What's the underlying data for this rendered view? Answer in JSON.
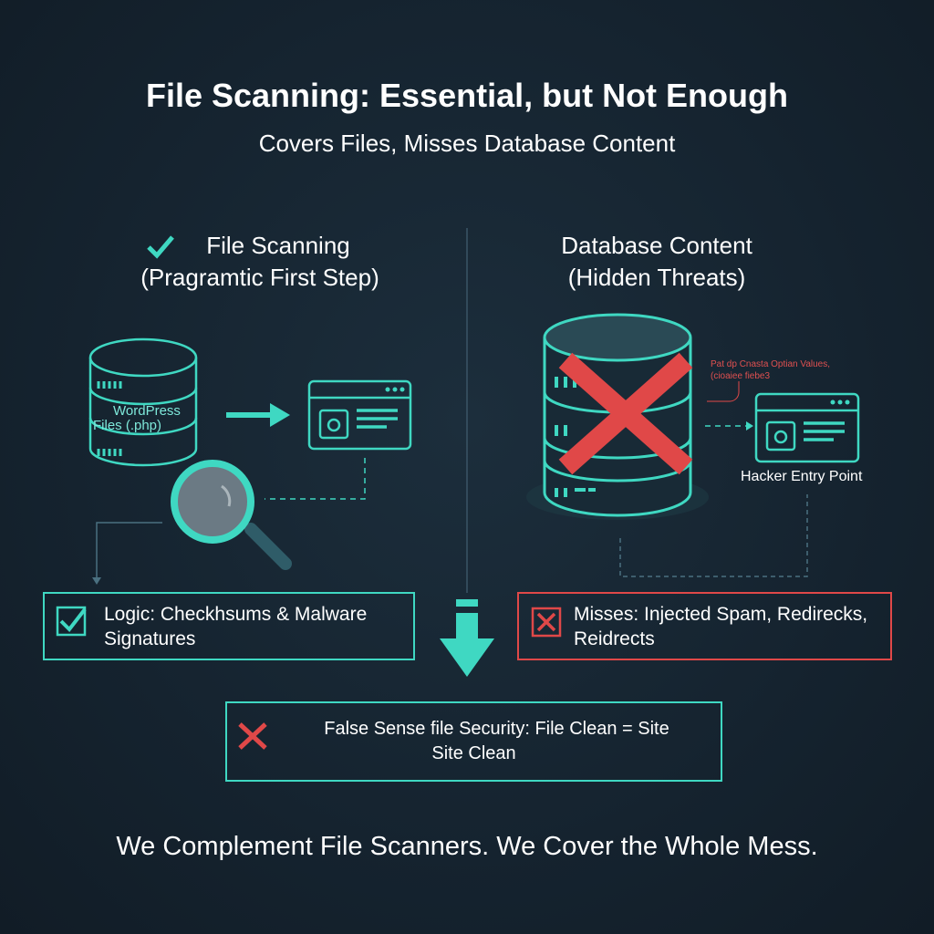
{
  "title": "File Scanning: Essential, but Not Enough",
  "subtitle": "Covers Files, Misses Database Content",
  "left": {
    "heading_line1": "File Scanning",
    "heading_line2": "(Pragramtic First Step)",
    "db_label_line1": "WordPress",
    "db_label_line2": "Files (.php)",
    "box_text": "Logic: Checkhsums & Malware Signatures"
  },
  "right": {
    "heading_line1": "Database Content",
    "heading_line2": "(Hidden Threats)",
    "annotation_line1": "Pat dp Cnasta Optian Values,",
    "annotation_line2": "(cioaiee fiebe3",
    "entry_label": "Hacker Entry Point",
    "box_text": "Misses: Injected Spam, Redirecks, Reidrects"
  },
  "bottom_box": {
    "line1": "False Sense file Security: File Clean = Site",
    "line2": "Site Clean"
  },
  "footer": "We Complement File Scanners. We Cover the Whole Mess.",
  "colors": {
    "accent": "#3fd8c2",
    "danger": "#e04848"
  }
}
